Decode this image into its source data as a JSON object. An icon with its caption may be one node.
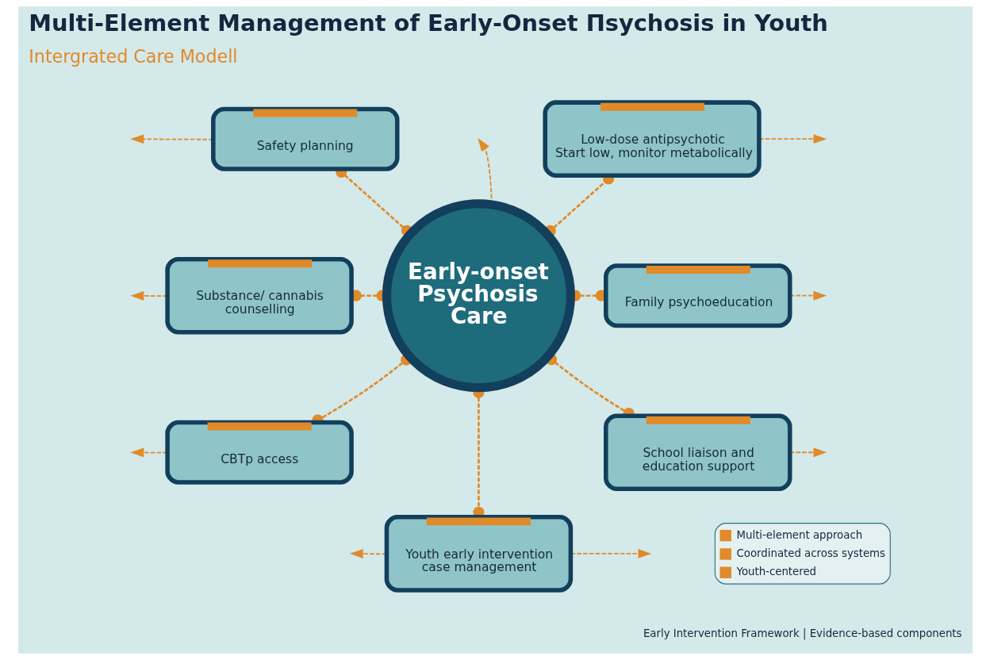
{
  "diagram": {
    "title": "Multi-Element Management of Early-Onset Пsychosis in Youth",
    "nodes": [
      {
        "text": [
          "Early-onset Psychosis Care"
        ]
      },
      {
        "text": [
          "Safety planning"
        ]
      },
      {
        "text": [
          "Low-dose antipsychotic",
          "Start low, monitor metabolically"
        ]
      },
      {
        "text": [
          "Substance/ cannabis counselling"
        ]
      },
      {
        "text": [
          "Family psychoeducation"
        ]
      },
      {
        "text": [
          "CBTp access"
        ]
      },
      {
        "text": [
          "School liaison and education support"
        ]
      },
      {
        "text": [
          "Youth early intervention case management"
        ]
      }
    ],
    "edges": [
      {
        "from": 0,
        "to": 1,
        "arrow": "other",
        "style": "dashed"
      },
      {
        "from": 0,
        "to": 2,
        "arrow": "other",
        "style": "dashed"
      },
      {
        "from": 0,
        "to": 3,
        "arrow": "other",
        "style": "dashed"
      },
      {
        "from": 0,
        "to": 4,
        "arrow": "other",
        "style": "dashed"
      },
      {
        "from": 0,
        "to": 5,
        "arrow": "other",
        "style": "dashed"
      },
      {
        "from": 0,
        "to": 6,
        "arrow": "other",
        "style": "dashed"
      },
      {
        "from": 0,
        "to": 7,
        "arrow": "other",
        "style": "dashed"
      },
      {
        "from": 0,
        "to": null,
        "arrow": "to",
        "style": "dashed"
      },
      {
        "from": 1,
        "to": null,
        "arrow": "to",
        "style": "dashed"
      },
      {
        "from": 2,
        "to": null,
        "arrow": "to",
        "style": "dashed"
      },
      {
        "from": 3,
        "to": null,
        "arrow": "to",
        "style": "dashed"
      },
      {
        "from": 4,
        "to": null,
        "arrow": "to",
        "style": "dashed"
      },
      {
        "from": 5,
        "to": null,
        "arrow": "to",
        "style": "dashed"
      },
      {
        "from": 6,
        "to": null,
        "arrow": "to",
        "style": "dashed"
      },
      {
        "from": 7,
        "to": null,
        "arrow": "to",
        "style": "dashed"
      },
      {
        "from": 7,
        "to": null,
        "arrow": "to",
        "style": "dashed"
      }
    ],
    "labels": [
      "Intergrated Care Modell",
      "Early Intervention Framework | Evidence-based components"
    ],
    "legend": [
      {
        "text": "Multi-element approach",
        "color": "#e08a2a"
      },
      {
        "text": "Coordinated across systems",
        "color": "#e08a2a"
      },
      {
        "text": "Youth-centered",
        "color": "#e08a2a"
      }
    ]
  }
}
